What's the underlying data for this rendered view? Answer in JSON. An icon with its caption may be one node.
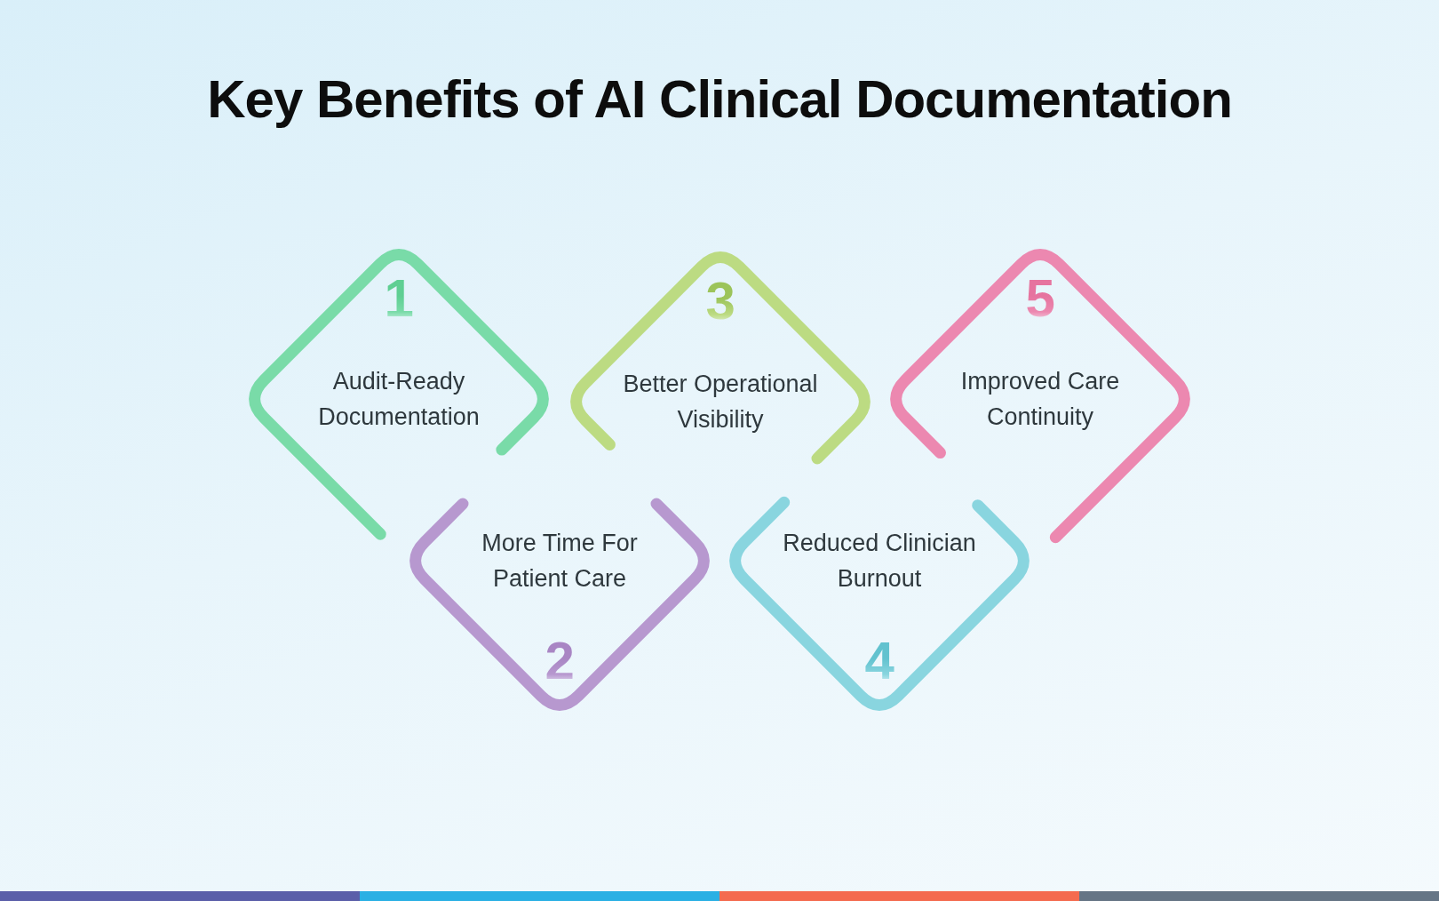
{
  "diagram": {
    "title": "Key Benefits of AI Clinical Documentation",
    "nodes": [
      {
        "text": [
          "1",
          "Audit-Ready Documentation"
        ]
      },
      {
        "text": [
          "More Time For Patient Care",
          "2"
        ]
      },
      {
        "text": [
          "3",
          "Better Operational Visibility"
        ]
      },
      {
        "text": [
          "Reduced Clinician Burnout",
          "4"
        ]
      },
      {
        "text": [
          "5",
          "Improved Care Continuity"
        ]
      }
    ]
  }
}
